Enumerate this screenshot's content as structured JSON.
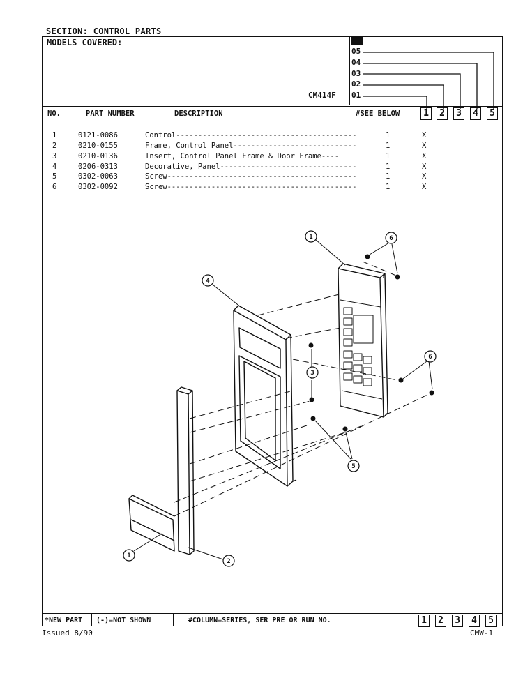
{
  "section_label": "SECTION: CONTROL PARTS",
  "models_covered_label": "MODELS COVERED:",
  "model": {
    "number": "CM414F"
  },
  "series_codes": [
    "05",
    "04",
    "03",
    "02",
    "01"
  ],
  "table": {
    "headers": {
      "no": "NO.",
      "part_number": "PART NUMBER",
      "description": "DESCRIPTION",
      "see_below": "#SEE BELOW"
    },
    "column_numbers": [
      "1",
      "2",
      "3",
      "4",
      "5"
    ],
    "rows": [
      {
        "no": "1",
        "part": "0121-0086",
        "desc": "Control-----------------------------------------",
        "qty": "1",
        "mark": "X"
      },
      {
        "no": "2",
        "part": "0210-0155",
        "desc": "Frame, Control Panel----------------------------",
        "qty": "1",
        "mark": "X"
      },
      {
        "no": "3",
        "part": "0210-0136",
        "desc": "Insert, Control Panel Frame & Door Frame----",
        "qty": "1",
        "mark": "X"
      },
      {
        "no": "4",
        "part": "0206-0313",
        "desc": "Decorative, Panel-------------------------------",
        "qty": "1",
        "mark": "X"
      },
      {
        "no": "5",
        "part": "0302-0063",
        "desc": "Screw-------------------------------------------",
        "qty": "1",
        "mark": "X"
      },
      {
        "no": "6",
        "part": "0302-0092",
        "desc": "Screw-------------------------------------------",
        "qty": "1",
        "mark": "X"
      }
    ]
  },
  "diagram_callouts": [
    "1",
    "6",
    "4",
    "3",
    "6",
    "5",
    "1",
    "2"
  ],
  "footer": {
    "new_part": "*NEW PART",
    "not_shown": "(-)=NOT SHOWN",
    "column_note": "#COLUMN=SERIES, SER PRE OR RUN NO.",
    "columns": [
      "1",
      "2",
      "3",
      "4",
      "5"
    ],
    "issued": "Issued 8/90",
    "page": "CMW-1"
  }
}
